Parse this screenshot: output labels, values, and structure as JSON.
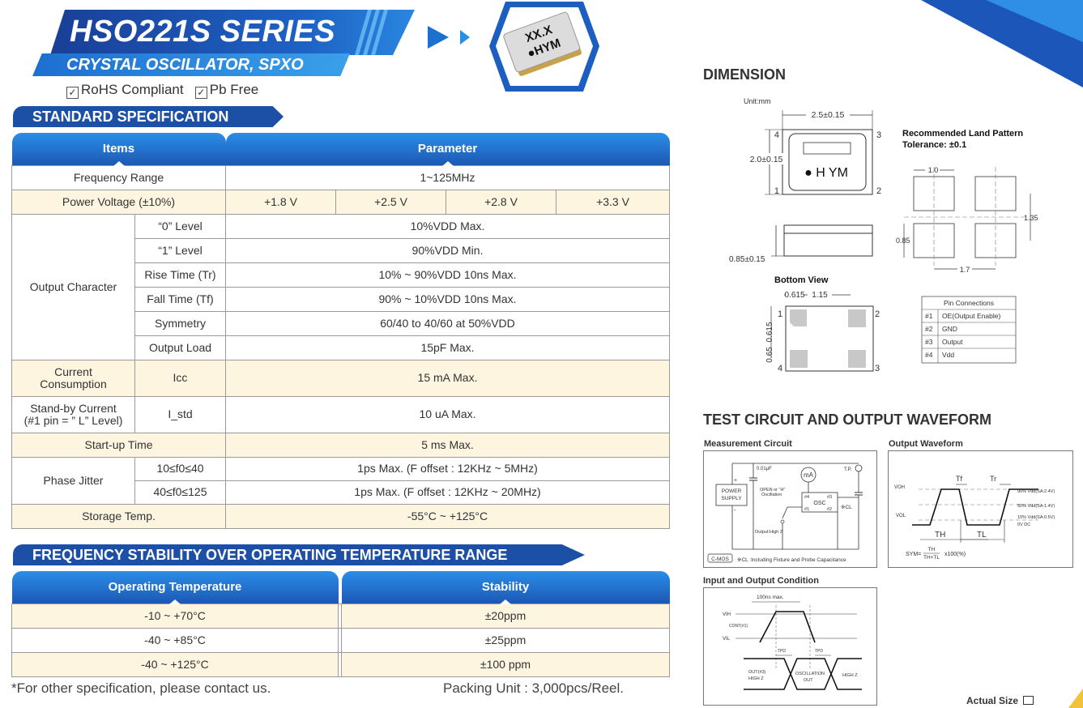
{
  "header": {
    "series_title": "HSO221S SERIES",
    "subtitle": "CRYSTAL OSCILLATOR, SPXO",
    "compliance": [
      {
        "check": "✓",
        "label": "RoHS Compliant"
      },
      {
        "check": "✓",
        "label": "Pb Free"
      }
    ],
    "chip_marking_line1": "XX.X",
    "chip_marking_line2": "●HYM"
  },
  "colors": {
    "brand_dark_blue": "#1c4fa6",
    "brand_light_blue": "#2a8ee8",
    "row_highlight": "#fdf5e0"
  },
  "standard_spec": {
    "banner": "STANDARD SPECIFICATION",
    "header": {
      "items": "Items",
      "parameter": "Parameter"
    },
    "frequency_range": {
      "label": "Frequency Range",
      "value": "1~125MHz"
    },
    "power_voltage": {
      "label": "Power Voltage (±10%)",
      "values": [
        "+1.8 V",
        "+2.5 V",
        "+2.8 V",
        "+3.3 V"
      ]
    },
    "output_character": {
      "label": "Output Character",
      "rows": [
        {
          "item": "“0” Level",
          "value": "10%VDD Max."
        },
        {
          "item": "“1” Level",
          "value": "90%VDD Min."
        },
        {
          "item": "Rise Time (Tr)",
          "value": "10% ~ 90%VDD 10ns Max."
        },
        {
          "item": "Fall Time (Tf)",
          "value": "90% ~ 10%VDD 10ns Max."
        },
        {
          "item": "Symmetry",
          "value": "60/40 to 40/60 at 50%VDD"
        },
        {
          "item": "Output Load",
          "value": "15pF Max."
        }
      ]
    },
    "current_consumption": {
      "label_line1": "Current",
      "label_line2": "Consumption",
      "symbol": "Icc",
      "value": "15 mA Max."
    },
    "standby_current": {
      "label_line1": "Stand-by Current",
      "label_line2": "(#1 pin = ” L” Level)",
      "symbol": "I_std",
      "value": "10 uA Max."
    },
    "startup_time": {
      "label": "Start-up Time",
      "value": "5 ms Max."
    },
    "phase_jitter": {
      "label": "Phase Jitter",
      "rows": [
        {
          "range": "10≤f0≤40",
          "value": "1ps Max. (F offset : 12KHz ~ 5MHz)"
        },
        {
          "range": "40≤f0≤125",
          "value": "1ps Max. (F offset : 12KHz ~ 20MHz)"
        }
      ]
    },
    "storage_temp": {
      "label": "Storage Temp.",
      "value": "-55°C ~ +125°C"
    }
  },
  "frequency_stability": {
    "banner": "FREQUENCY STABILITY OVER OPERATING TEMPERATURE RANGE",
    "header": {
      "temperature": "Operating Temperature",
      "stability": "Stability"
    },
    "rows": [
      {
        "temperature": "-10 ~ +70°C",
        "stability": "±20ppm"
      },
      {
        "temperature": "-40 ~ +85°C",
        "stability": "±25ppm"
      },
      {
        "temperature": "-40 ~ +125°C",
        "stability": "±100 ppm"
      }
    ]
  },
  "footer": {
    "note": "*For other specification, please contact us.",
    "packing": "Packing Unit : 3,000pcs/Reel.",
    "actual_size": "Actual Size"
  },
  "dimension": {
    "heading": "DIMENSION",
    "unit": "Unit:mm",
    "width_dim": "2.5±0.15",
    "height_dim": "2.0±0.15",
    "thickness_dim": "0.85±0.15",
    "top_marking": "● H YM",
    "corner_numbers": [
      "4",
      "3",
      "1",
      "2"
    ],
    "land_pattern_title": "Recommended Land Pattern",
    "land_pattern_tolerance": "Tolerance: ±0.1",
    "land_dims": {
      "pad_width": "1.0",
      "pad_pitch_x": "1.7",
      "pad_pitch_y": "1.35",
      "pad_height": "0.85"
    },
    "bottom_view_title": "Bottom View",
    "bottom_dims": {
      "pad": "0.615",
      "pitch": "1.15",
      "vertical": "0.65",
      "vertical2": "0.615"
    },
    "pin_connections": {
      "title": "Pin Connections",
      "rows": [
        {
          "pin": "#1",
          "function": "OE(Output Enable)"
        },
        {
          "pin": "#2",
          "function": "GND"
        },
        {
          "pin": "#3",
          "function": "Output"
        },
        {
          "pin": "#4",
          "function": "Vdd"
        }
      ]
    }
  },
  "test_circuit": {
    "heading": "TEST CIRCUIT AND OUTPUT WAVEFORM",
    "measurement": {
      "title": "Measurement Circuit",
      "capacitor": "0.01μF",
      "ammeter": "mA",
      "test_point": "T.P.",
      "power_supply_line1": "POWER",
      "power_supply_line2": "SUPPLY",
      "switch_note_line1": "OPEN or “H”",
      "switch_note_line2": "Oscillation",
      "output_note": "Output:High Z",
      "osc_label": "OSC",
      "pins": [
        "#4",
        "#3",
        "#1",
        "#2"
      ],
      "cl_label": "※CL",
      "cmos_tag": "C-MOS",
      "cl_note": "※CL :Including Fixture and Probe Capacitance",
      "plus": "+",
      "minus": "-"
    },
    "waveform": {
      "title": "Output Waveform",
      "voh": "VOH",
      "vol": "VOL",
      "tf": "Tf",
      "tr": "Tr",
      "th": "TH",
      "tl": "TL",
      "level90": "90% Vdd(SA:2.4V)",
      "level50": "50% Vdd(SA:1.4V)",
      "level10": "10% Vdd(SA:0.5V)",
      "level0": "0V DC",
      "sym_prefix": "SYM=",
      "sym_num": "TH",
      "sym_den": "TH+TL",
      "sym_suffix": "x100(%)"
    },
    "io_condition": {
      "title": "Input and Output Condition",
      "timing": "100ns max.",
      "vih": "VIH",
      "vil": "VIL",
      "cont": "CONT(#1)",
      "tpd_left": "TPD",
      "tpd_right": "TPD",
      "out_line1": "OUT(#3)",
      "out_line2": "HIGH Z",
      "osc_line1": "OSCILLATION",
      "osc_line2": "OUT",
      "high_z": "HIGH Z"
    }
  }
}
